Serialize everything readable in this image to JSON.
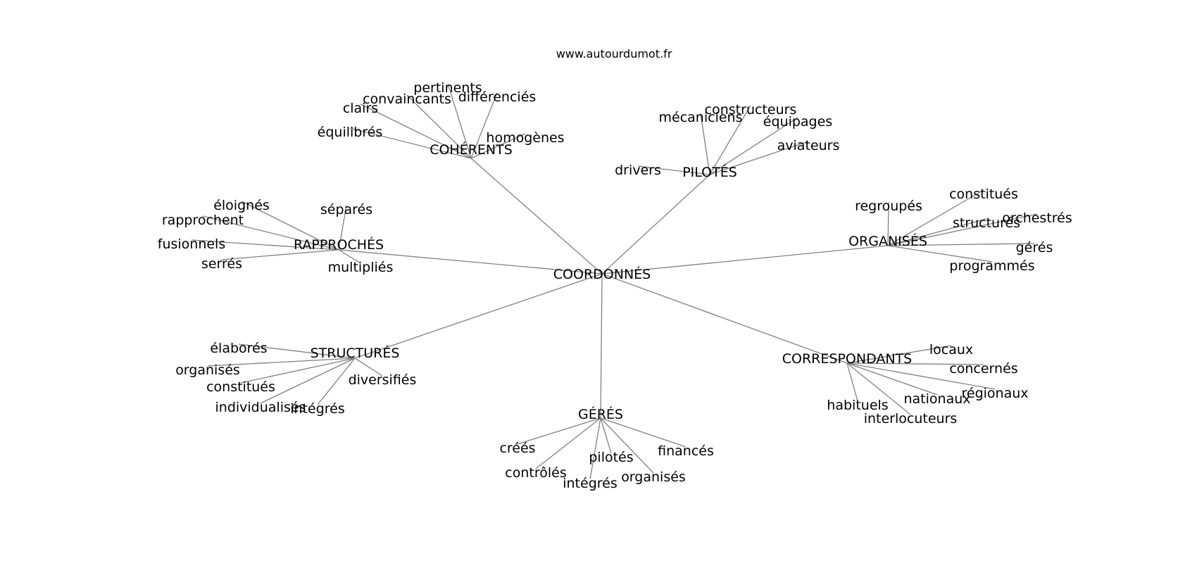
{
  "watermark": "www.autourdumot.fr",
  "center": "COORDONNÉS",
  "clusters": [
    {
      "hub": "COHÉRENTS",
      "leaves": [
        "pertinents",
        "convaincants",
        "différenciés",
        "clairs",
        "équilibrés",
        "homogènes"
      ]
    },
    {
      "hub": "PILOTÉS",
      "leaves": [
        "constructeurs",
        "mécaniciens",
        "équipages",
        "aviateurs",
        "drivers"
      ]
    },
    {
      "hub": "RAPPROCHÉS",
      "leaves": [
        "éloignés",
        "séparés",
        "rapprochent",
        "fusionnels",
        "serrés",
        "multipliés"
      ]
    },
    {
      "hub": "ORGANISÉS",
      "leaves": [
        "constitués",
        "regroupés",
        "orchestrés",
        "structurés",
        "gérés",
        "programmés"
      ]
    },
    {
      "hub": "STRUCTURÉS",
      "leaves": [
        "élaborés",
        "organisés",
        "constitués",
        "diversifiés",
        "individualisés",
        "intégrés"
      ]
    },
    {
      "hub": "CORRESPONDANTS",
      "leaves": [
        "locaux",
        "concernés",
        "régionaux",
        "nationaux",
        "habituels",
        "interlocuteurs"
      ]
    },
    {
      "hub": "GÉRÉS",
      "leaves": [
        "créés",
        "financés",
        "pilotés",
        "contrôlés",
        "organisés",
        "intégrés"
      ]
    }
  ]
}
